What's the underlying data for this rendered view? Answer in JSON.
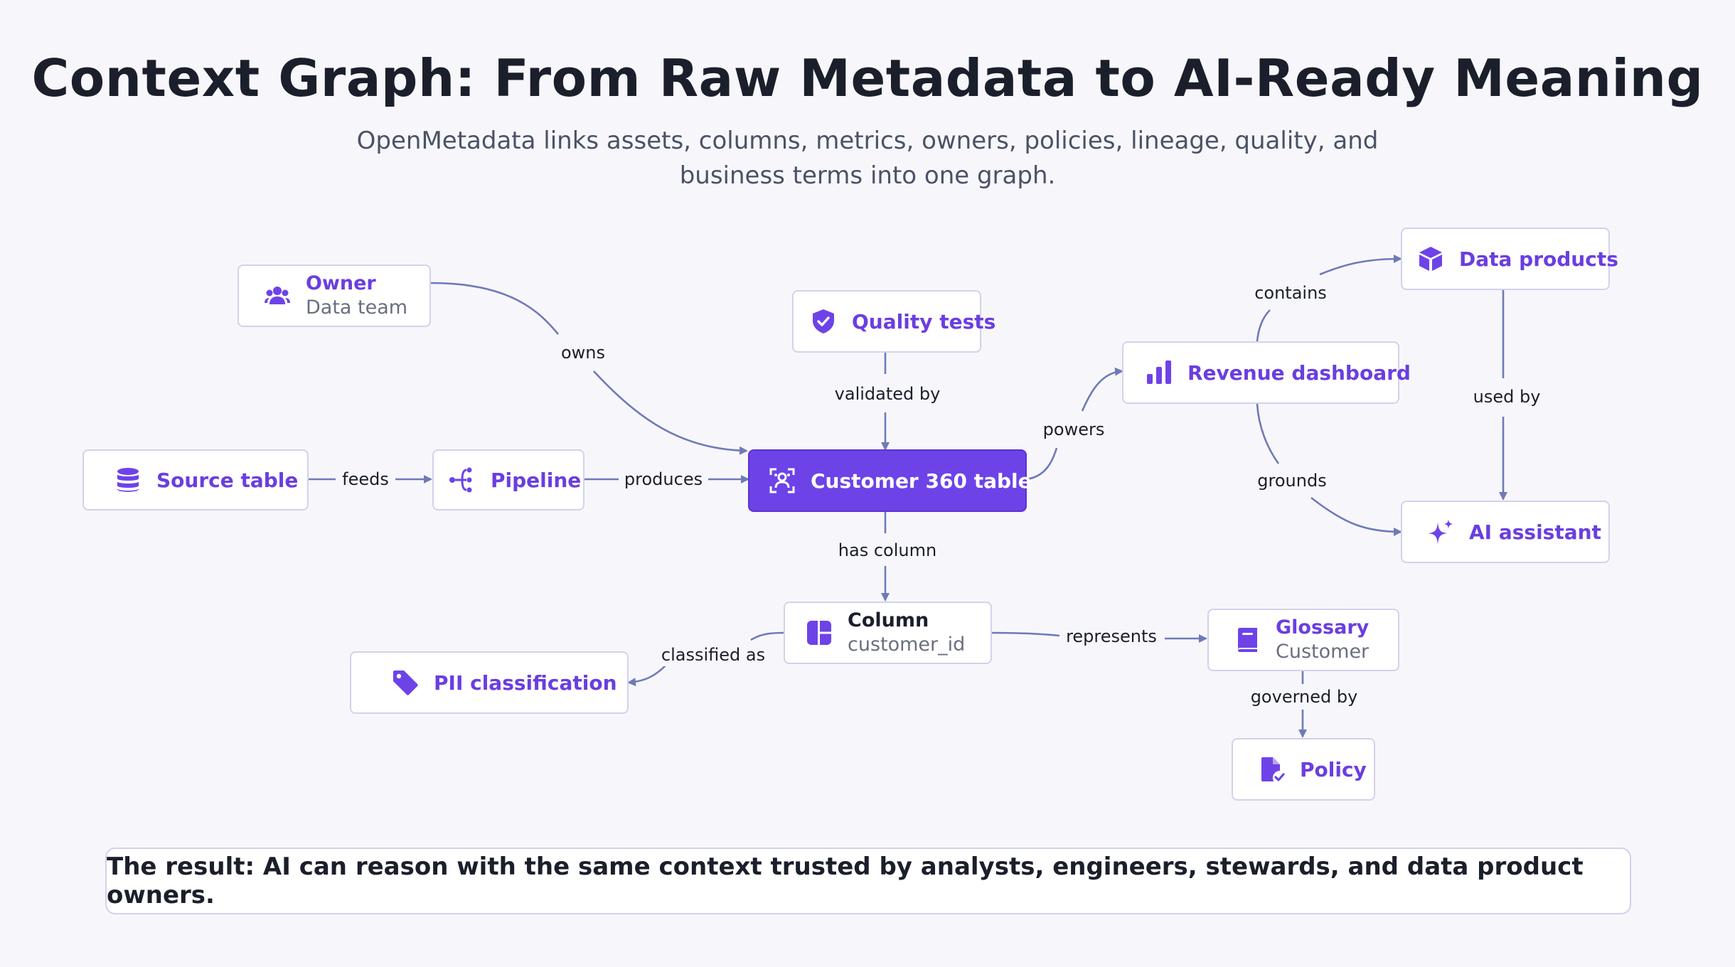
{
  "title": "Context Graph: From Raw Metadata to AI-Ready Meaning",
  "subtitle": "OpenMetadata links assets, columns, metrics, owners, policies, lineage, quality, and business terms into one graph.",
  "nodes": {
    "owner": {
      "label": "Owner",
      "sub": "Data team",
      "icon": "users-icon"
    },
    "quality_tests": {
      "label": "Quality tests",
      "icon": "shield-check-icon"
    },
    "source_table": {
      "label": "Source table",
      "icon": "database-icon"
    },
    "pipeline": {
      "label": "Pipeline",
      "icon": "pipeline-icon"
    },
    "customer360": {
      "label": "Customer 360 table",
      "icon": "user-scan-icon"
    },
    "revenue_dashboard": {
      "label": "Revenue dashboard",
      "icon": "bar-chart-icon"
    },
    "data_products": {
      "label": "Data products",
      "icon": "cube-icon"
    },
    "ai_assistant": {
      "label": "AI assistant",
      "icon": "sparkle-icon"
    },
    "column": {
      "label": "Column",
      "sub": "customer_id",
      "icon": "column-layout-icon"
    },
    "pii": {
      "label": "PII classification",
      "icon": "tag-icon"
    },
    "glossary": {
      "label": "Glossary",
      "sub": "Customer",
      "icon": "book-icon"
    },
    "policy": {
      "label": "Policy",
      "icon": "policy-document-icon"
    }
  },
  "edges": {
    "owns": "owns",
    "validated_by": "validated by",
    "feeds": "feeds",
    "produces": "produces",
    "powers": "powers",
    "contains": "contains",
    "used_by": "used by",
    "grounds": "grounds",
    "has_column": "has column",
    "classified_as": "classified as",
    "represents": "represents",
    "governed_by": "governed by"
  },
  "result": "The result: AI can reason with the same context trusted by analysts, engineers, stewards, and data product owners.",
  "colors": {
    "accent": "#6d43e8",
    "edge": "#6e7ab8",
    "node_border": "#d4d0ee",
    "background": "#f7f7fb"
  }
}
